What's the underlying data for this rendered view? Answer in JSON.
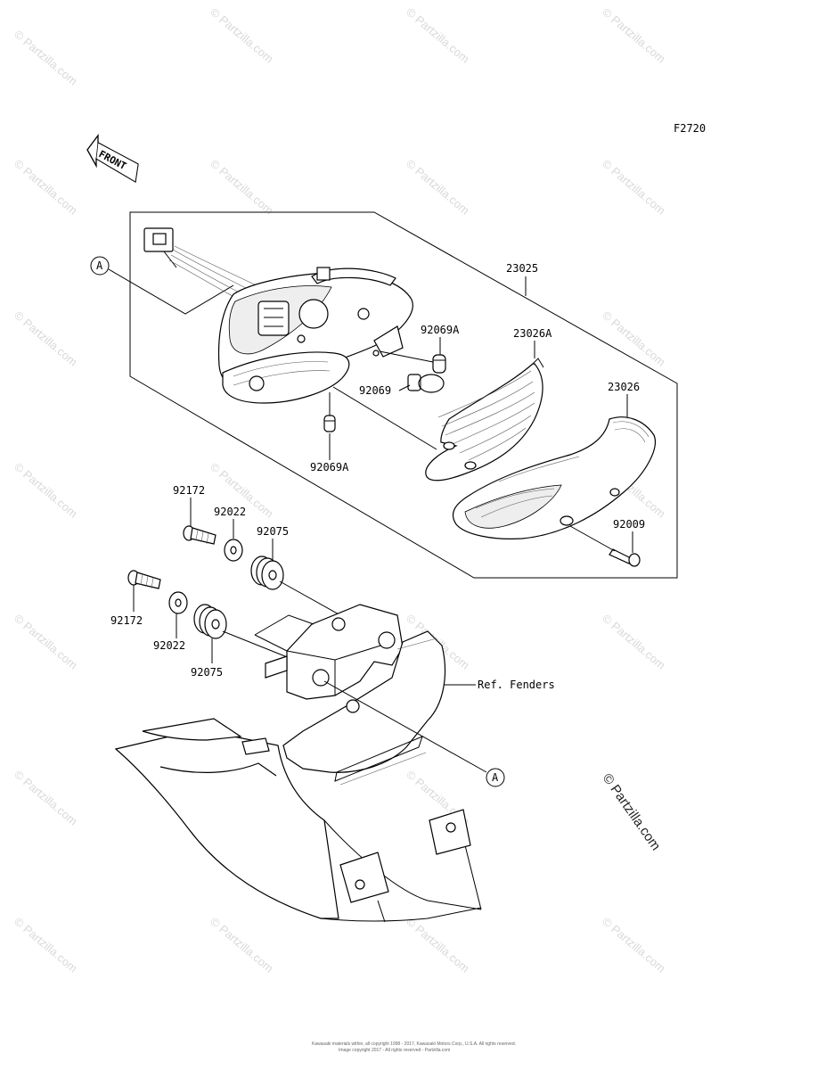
{
  "diagram": {
    "code": "F2720",
    "front_label": "FRONT",
    "ref_label": "Ref. Fenders",
    "circle_label": "A",
    "parts": {
      "p23025": "23025",
      "p23026A": "23026A",
      "p23026": "23026",
      "p92069A_top": "92069A",
      "p92069": "92069",
      "p92069A_bottom": "92069A",
      "p92009": "92009",
      "p92172_top": "92172",
      "p92022_top": "92022",
      "p92075_top": "92075",
      "p92172_bottom": "92172",
      "p92022_bottom": "92022",
      "p92075_bottom": "92075"
    }
  },
  "watermark": {
    "text": "© Partzilla.com",
    "main_text": "© Partzilla.com"
  },
  "footer": {
    "line1": "Kawasaki materials within, all copyright 1998 - 2017, Kawasaki Motors Corp., U.S.A. All rights reserved.",
    "line2": "Image copyright 2017 - All rights reserved - Partzilla.com"
  }
}
